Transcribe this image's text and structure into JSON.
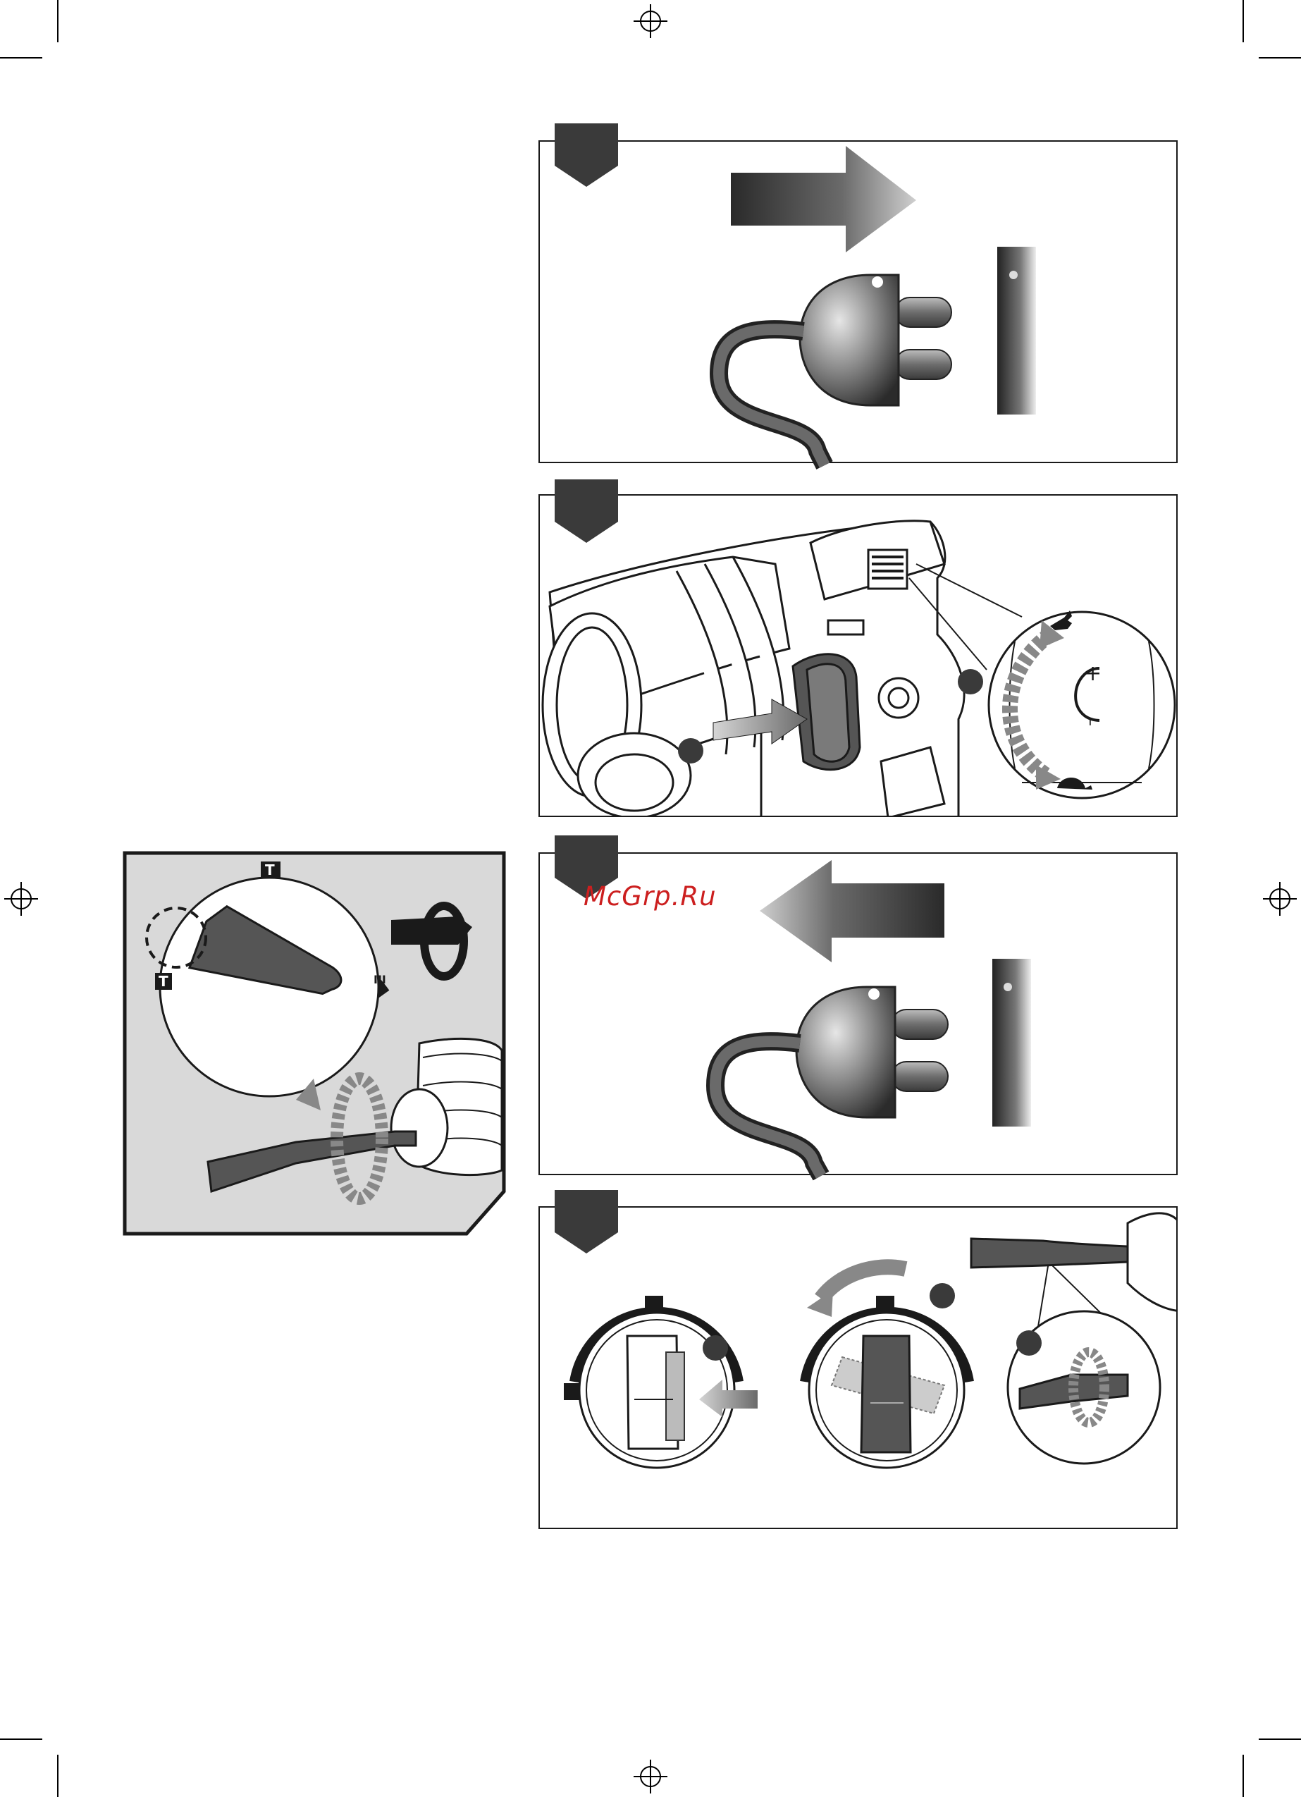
{
  "watermark": "McGrp.Ru",
  "dial_marks": {
    "top": "T",
    "left": "T",
    "right": "III"
  },
  "speed_marks": {
    "plus": "+",
    "minus": "–"
  },
  "colors": {
    "panel_border": "#1a1a1a",
    "inset_bg": "#d9d9d9",
    "dark": "#3a3a3a",
    "watermark": "#cc1f1f"
  }
}
